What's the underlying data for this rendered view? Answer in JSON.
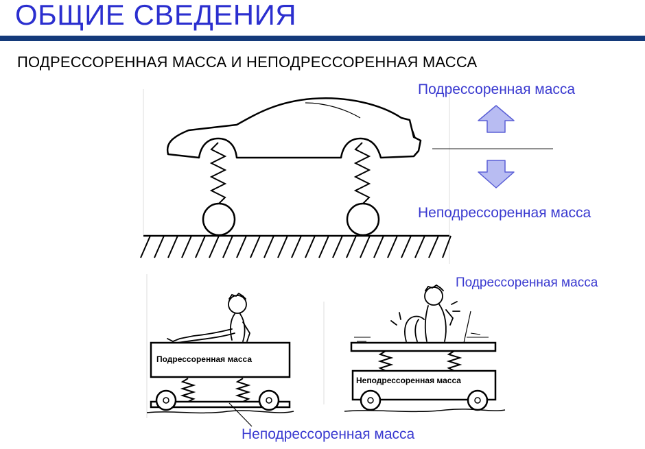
{
  "header": {
    "title": "ОБЩИЕ СВЕДЕНИЯ",
    "subtitle": "ПОДРЕССОРЕННАЯ МАССА И НЕПОДРЕССОРЕННАЯ МАССА"
  },
  "diagram": {
    "legend": {
      "sprung": "Подрессоренная масса",
      "unsprung": "Неподрессоренная масса"
    },
    "cart_left": {
      "box_label": "Подрессоренная масса"
    },
    "cart_right": {
      "top_label": "Подрессоренная масса",
      "box_label": "Неподрессоренная масса"
    },
    "bottom_label": "Неподрессоренная масса"
  },
  "colors": {
    "title": "#2b2fcf",
    "title_bar": "#143a7a",
    "labels": "#3a3ad0",
    "arrow_fill": "#b8bcf2",
    "arrow_stroke": "#5a5fd6"
  }
}
